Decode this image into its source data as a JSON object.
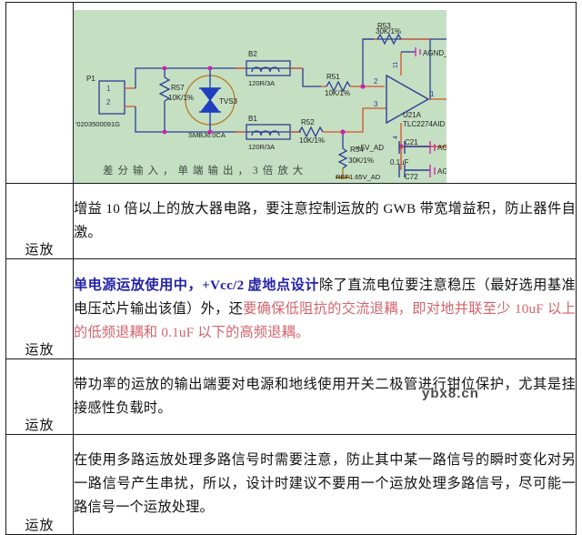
{
  "figure": {
    "background_color": "#c5dfc2",
    "caption": "差分输入，单端输出，3倍放大",
    "labels": {
      "p1": "P1",
      "p1_pin1": "1",
      "p1_pin2": "2",
      "p1_part": "'0203500091G",
      "r57": "R57",
      "r57_val": "10K/1%",
      "tvs": "TVS3",
      "tvs_part": "SMBJ6.0CA",
      "b2": "B2",
      "b2_val": "120R/3A",
      "b1": "B1",
      "b1_val": "120R/3A",
      "r51": "R51",
      "r51_val": "10K/1%",
      "r52": "R52",
      "r52_val": "10K/1%",
      "r54": "R54",
      "r54_val": "30K/1%",
      "ref": "REF1.65V_AD",
      "r53": "R53",
      "r53_val": "30K/1%",
      "agnd_top": "AGND_AD",
      "agnd_c21": "AGND_AD",
      "agnd_c72": "AGND_AD",
      "pin2": "2",
      "pin3": "3",
      "pin1": "1",
      "pin11": "11",
      "pin4": "4",
      "u21a": "U21A",
      "u21a_part": "TLC2274AID",
      "vcc": "+5V_AD",
      "c21": "C21",
      "c21_val": "0.1uF",
      "c72": "C72"
    },
    "colors": {
      "wire": "#2b3f96",
      "wire_red": "#d4512a",
      "device": "#1f3fbf",
      "text": "#1c1c1c",
      "node": "#cc22aa"
    }
  },
  "rows": [
    {
      "category": "运放",
      "segments": [
        {
          "color": "black",
          "text": "增益 10 倍以上的放大器电路，要注意控制运放的 GWB 带宽增益积，防止器件自激。"
        }
      ]
    },
    {
      "category": "运放",
      "segments": [
        {
          "color": "blue",
          "text": "单电源运放使用中，+Vcc/2 虚地点设计"
        },
        {
          "color": "black",
          "text": "除了直流电位要注意稳压（最好选用基准电压芯片输出该值）外，还"
        },
        {
          "color": "red",
          "text": "要确保低阻抗的交流退耦，即对地并联至少 10uF 以上的低频退耦和 0.1uF 以下的高频退耦。"
        }
      ]
    },
    {
      "category": "运放",
      "segments": [
        {
          "color": "black",
          "text": "带功率的运放的输出端要对电源和地线使用开关二极管进行钳位保护，尤其是挂接感性负载时。"
        }
      ]
    },
    {
      "category": "运放",
      "segments": [
        {
          "color": "black",
          "text": "在使用多路运放处理多路信号时需要注意，防止其中某一路信号的瞬时变化对另一路信号产生串扰，所以，设计时建议不要用一个运放处理多路信号，尽可能一路信号一个运放处理。"
        }
      ]
    }
  ],
  "watermark": {
    "text": "ybx8.cn"
  }
}
